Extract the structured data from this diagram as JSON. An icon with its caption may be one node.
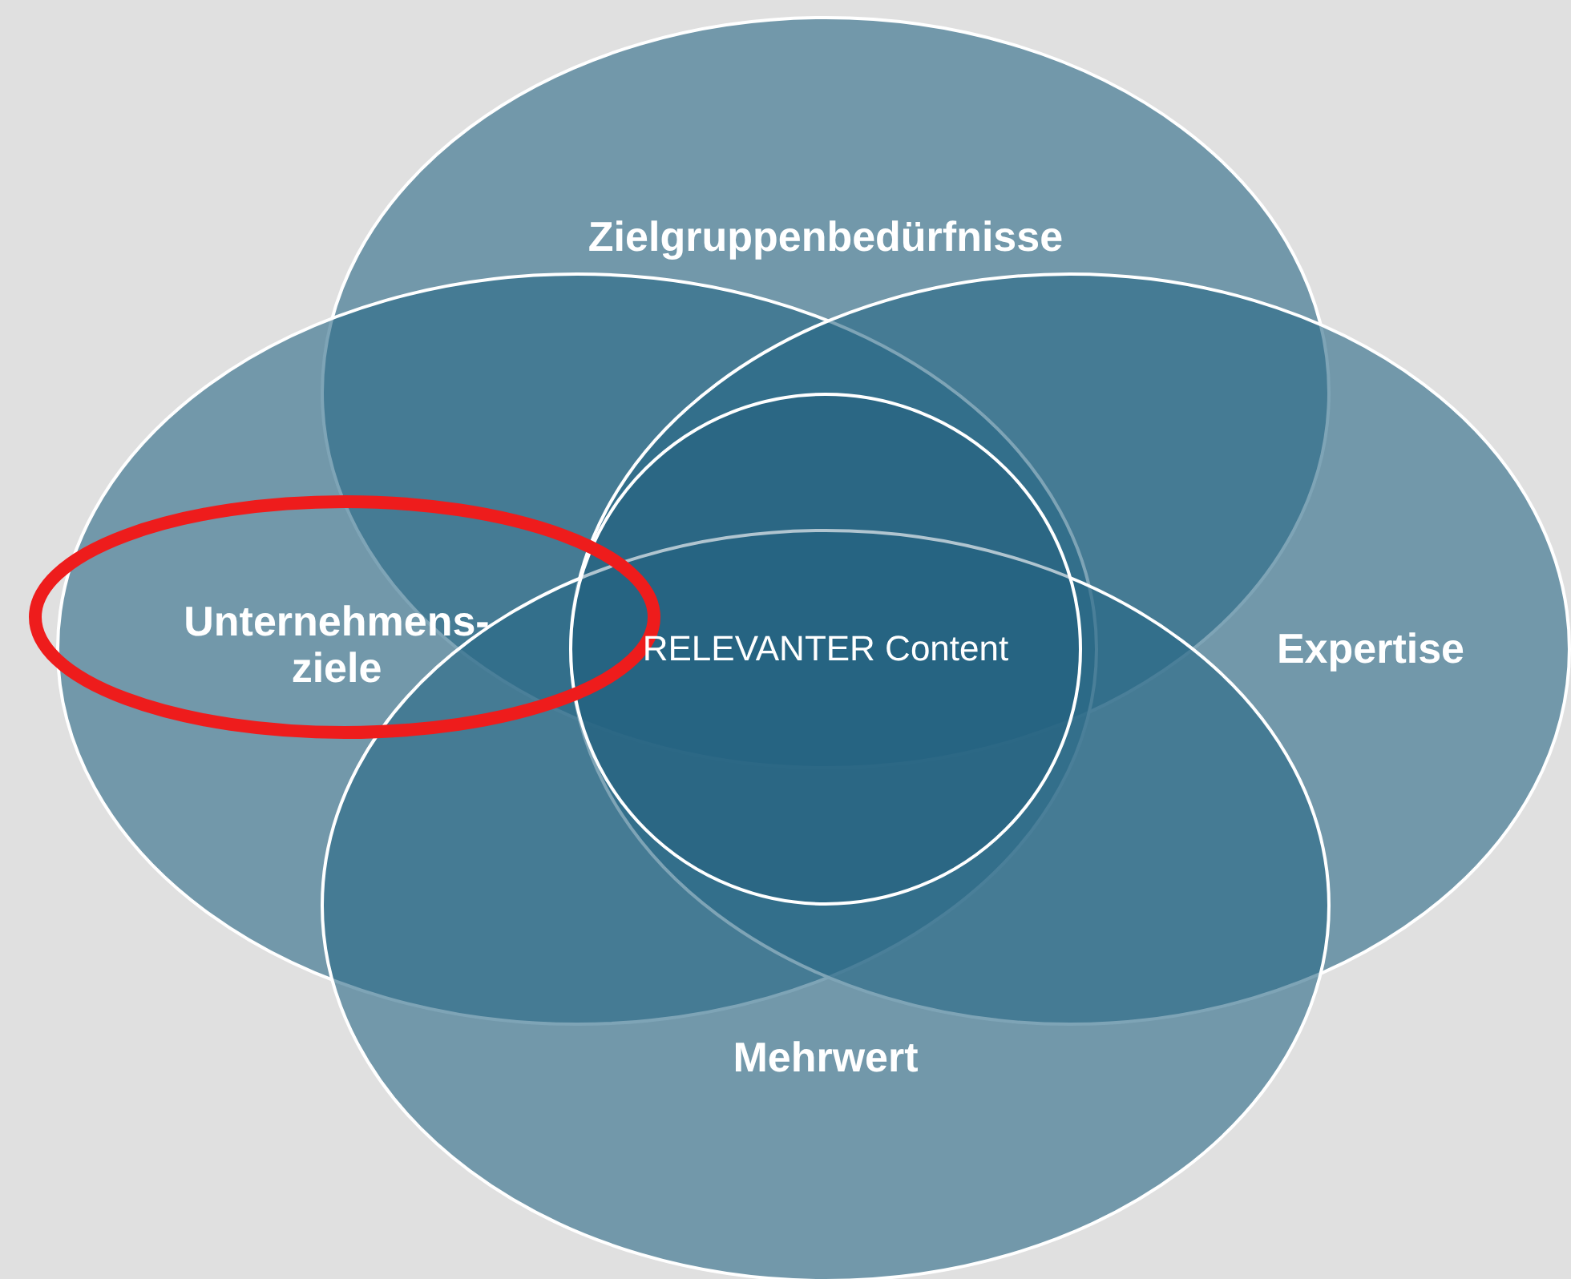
{
  "diagram": {
    "nodes": [
      {
        "text": [
          "Zielgruppenbedürfnisse"
        ]
      },
      {
        "text": [
          "Unternehmens- ziele"
        ]
      },
      {
        "text": [
          "Expertise"
        ]
      },
      {
        "text": [
          "Mehrwert"
        ]
      },
      {
        "text": [
          "RELEVANTER Content"
        ]
      }
    ]
  }
}
